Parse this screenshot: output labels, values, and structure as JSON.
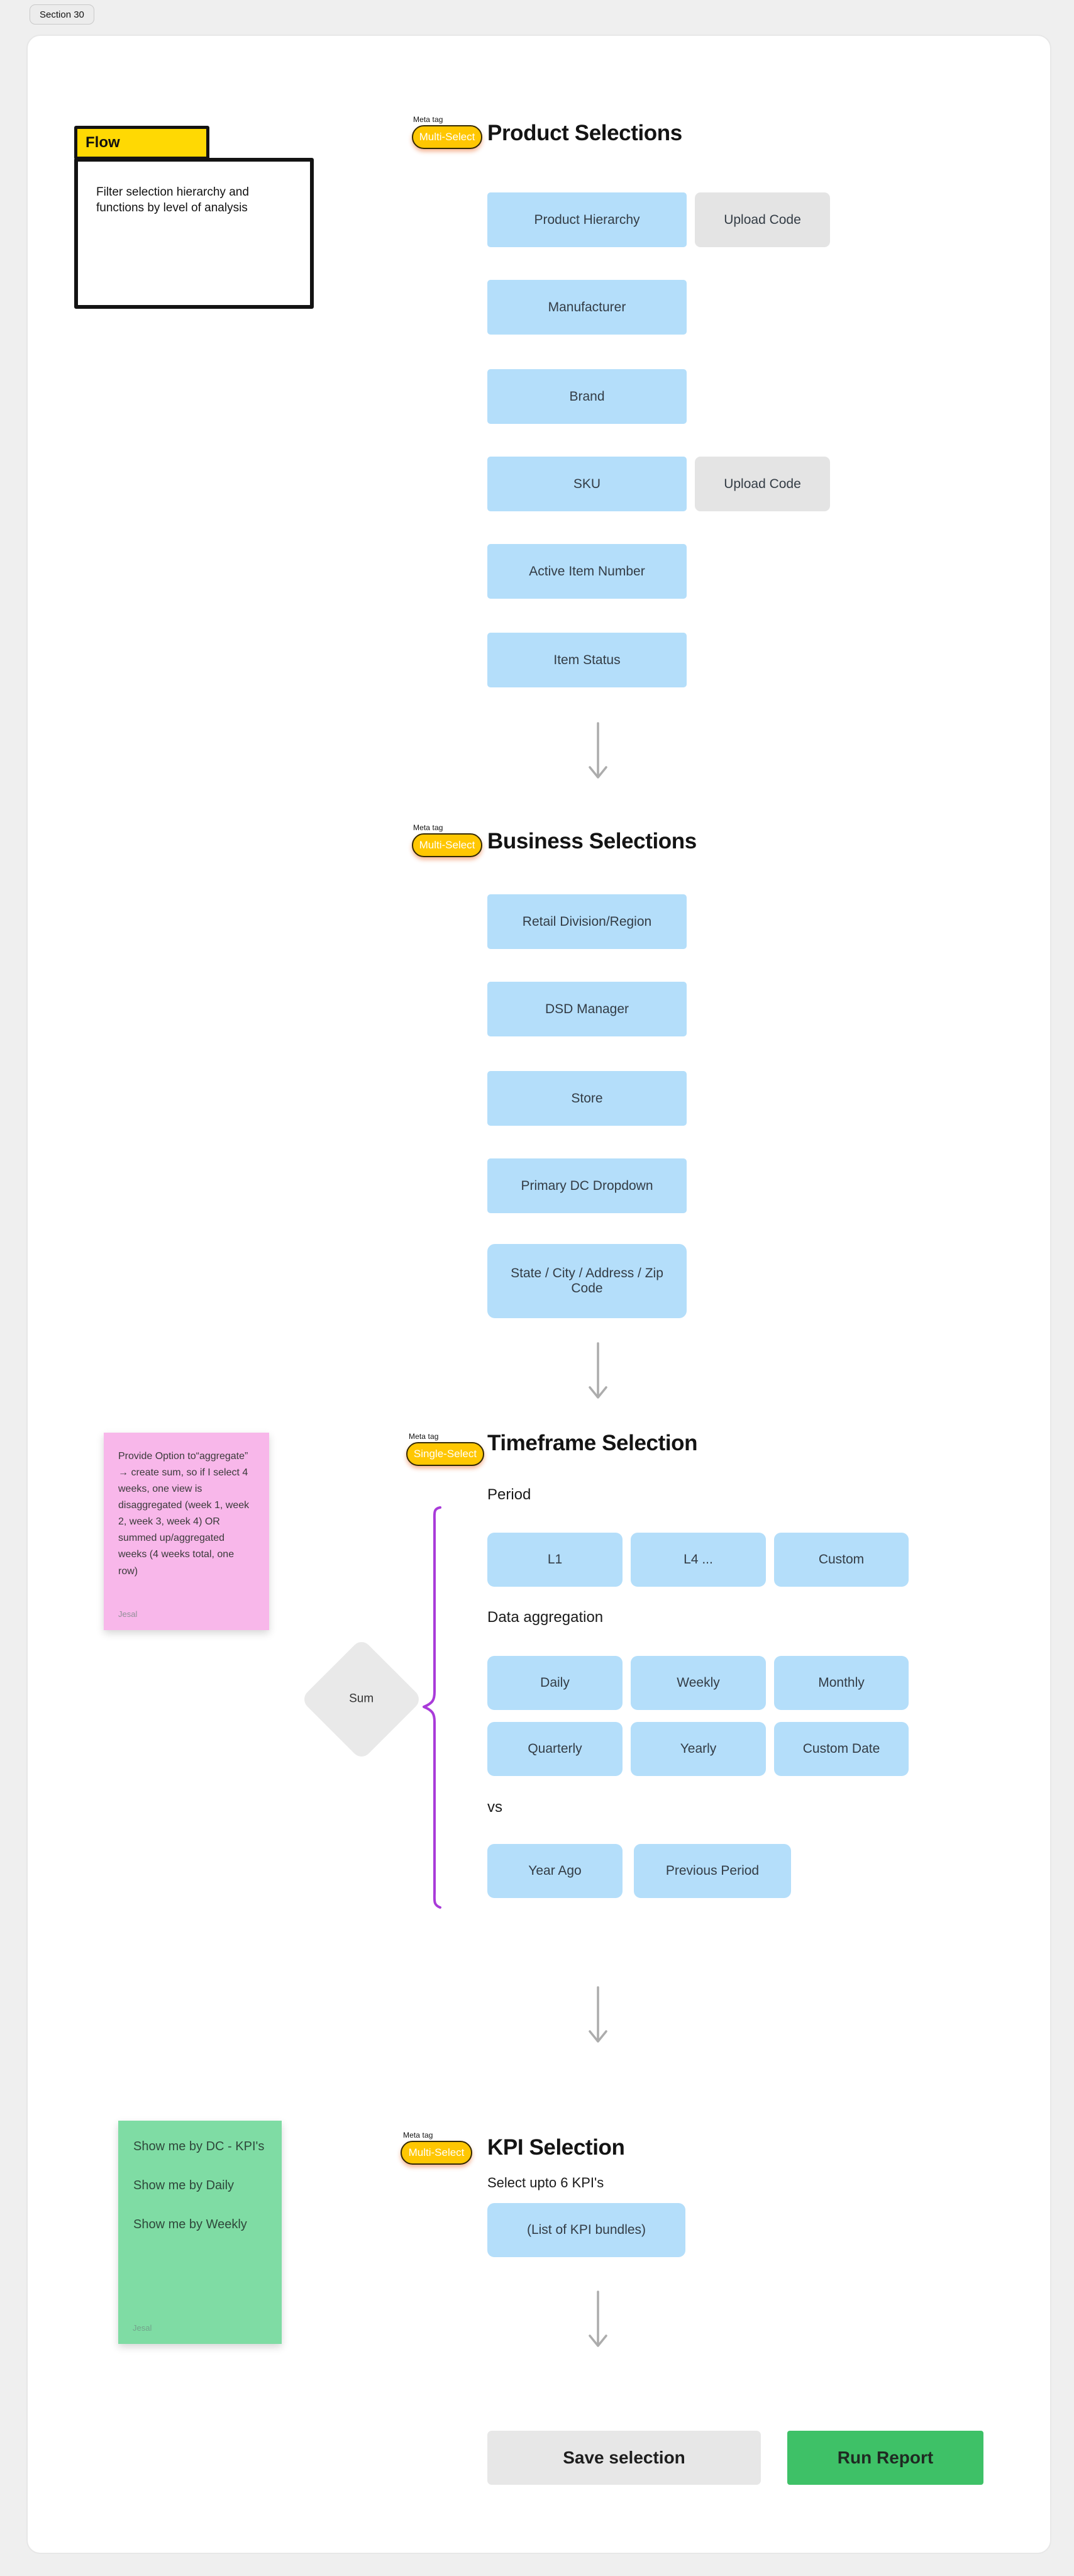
{
  "page": {
    "section_label": "Section 30"
  },
  "meta_tag_label": "Meta tag",
  "flow_note": {
    "tab": "Flow",
    "body": "Filter selection hierarchy and functions by level of analysis"
  },
  "sections": {
    "product": {
      "tag": "Multi-Select",
      "title": "Product Selections",
      "buttons": [
        "Product Hierarchy",
        "Manufacturer",
        "Brand",
        "SKU",
        "Active Item Number",
        "Item Status"
      ],
      "upload_buttons": [
        "Upload Code",
        "Upload Code"
      ]
    },
    "business": {
      "tag": "Multi-Select",
      "title": "Business Selections",
      "buttons": [
        "Retail Division/Region",
        "DSD Manager",
        "Store",
        "Primary DC Dropdown",
        "State / City / Address / Zip Code"
      ]
    },
    "timeframe": {
      "tag": "Single-Select",
      "title": "Timeframe Selection",
      "period_label": "Period",
      "period_buttons": [
        "L1",
        "L4 ...",
        "Custom"
      ],
      "aggregation_label": "Data aggregation",
      "aggregation_buttons": [
        "Daily",
        "Weekly",
        "Monthly",
        "Quarterly",
        "Yearly",
        "Custom Date"
      ],
      "vs_label": "vs",
      "vs_buttons": [
        "Year Ago",
        "Previous Period"
      ],
      "sum_diamond": "Sum",
      "note": {
        "text": "Provide Option to“aggregate” → create sum, so if I select 4 weeks, one view is disaggregated (week 1, week 2, week 3, week 4) OR summed up/aggregated weeks (4 weeks total, one row)",
        "author": "Jesal"
      }
    },
    "kpi": {
      "tag": "Multi-Select",
      "title": "KPI Selection",
      "subtitle": "Select upto 6 KPI's",
      "bundle_button": "(List of KPI bundles)",
      "note": {
        "lines": [
          "Show me by DC - KPI's",
          "Show me by Daily",
          "Show me by Weekly"
        ],
        "author": "Jesal"
      }
    }
  },
  "footer": {
    "save_label": "Save selection",
    "run_label": "Run Report"
  },
  "colors": {
    "blue": "#B4DEFA",
    "btn-gray": "#E4E4E4",
    "yellow-tab": "#FFD903",
    "yellow-pill": "#FFC702",
    "pink": "#F8B7EA",
    "green-sticky": "#7FDCA4",
    "run-green": "#3EC167",
    "purple": "#A93BD9",
    "arrow-gray": "#ACACAC"
  }
}
